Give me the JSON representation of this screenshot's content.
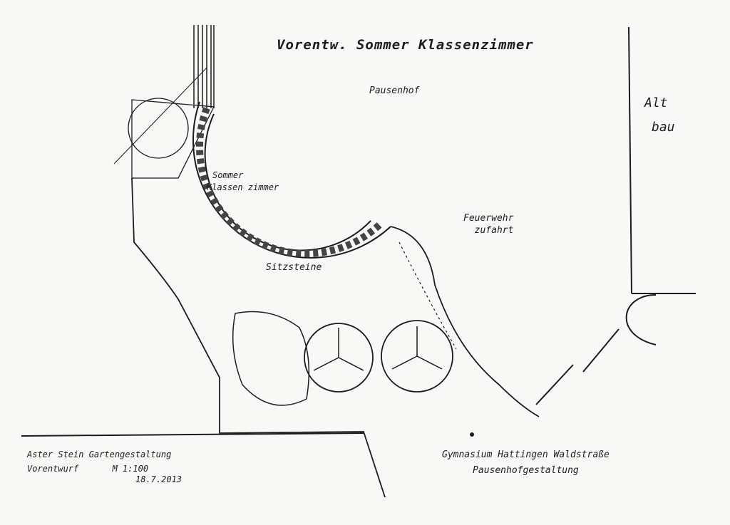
{
  "title": "Vorentw. Sommer Klassenzimmer",
  "labels": {
    "pausenhof": "Pausenhof",
    "altbau_1": "Alt",
    "altbau_2": "bau",
    "sommer_1": "Sommer",
    "sommer_2": "Klassen zimmer",
    "feuerwehr_1": "Feuerwehr",
    "feuerwehr_2": "zufahrt",
    "sitzsteine": "Sitzsteine"
  },
  "title_block": {
    "author": "Aster Stein Gartengestaltung",
    "stage": "Vorentwurf",
    "scale": "M 1:100",
    "date": "18.7.2013",
    "client": "Gymnasium Hattingen Waldstraße",
    "project": "Pausenhofgestaltung"
  },
  "colors": {
    "ink": "#1c1c1c",
    "paper": "#f8f8f6"
  }
}
